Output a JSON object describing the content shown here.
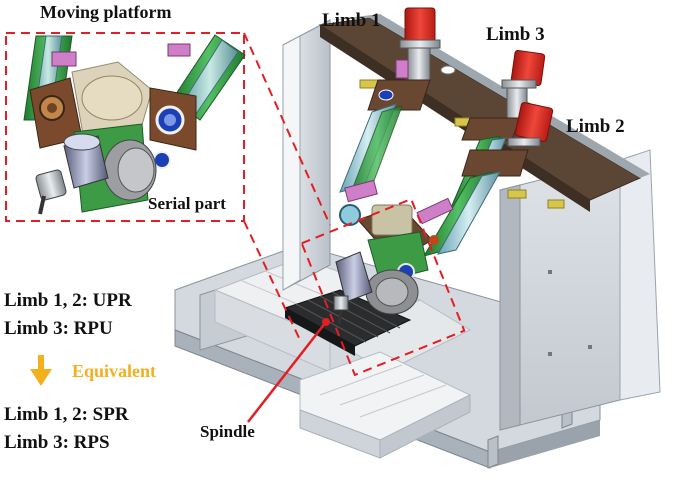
{
  "labels": {
    "moving_platform": "Moving platform",
    "serial_part": "Serial part",
    "limb1": "Limb 1",
    "limb2": "Limb 2",
    "limb3": "Limb 3",
    "spindle": "Spindle",
    "eq_before_1": "Limb 1, 2: UPR",
    "eq_before_2": "Limb 3: RPU",
    "equivalent": "Equivalent",
    "eq_after_1": "Limb 1, 2: SPR",
    "eq_after_2": "Limb 3: RPS"
  },
  "colors": {
    "accent": "#f2b01e",
    "callout": "#e31e24",
    "motor_red": "#d92b24",
    "frame_gray": "#cfd4da",
    "limb_green": "#2f9a3f",
    "bracket_brown": "#7b4a2c"
  }
}
